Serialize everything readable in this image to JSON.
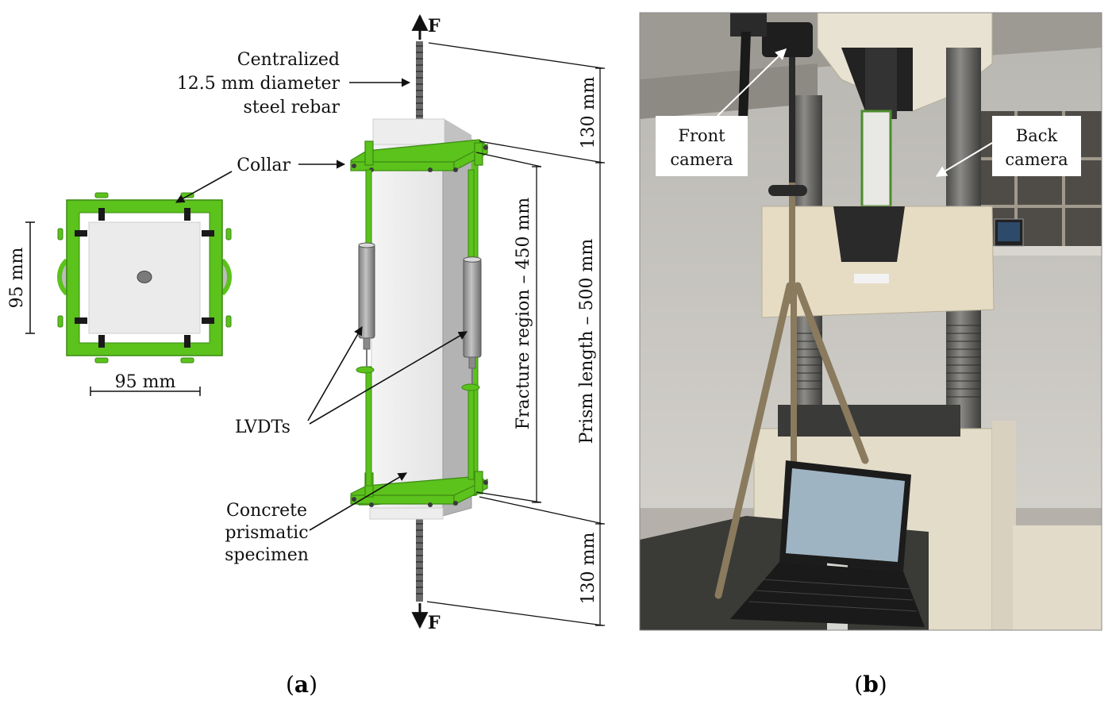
{
  "panel_a": {
    "force_top": "F",
    "force_bottom": "F",
    "rebar_label_line1": "Centralized",
    "rebar_label_line2": "12.5 mm diameter",
    "rebar_label_line3": "steel rebar",
    "collar_label": "Collar",
    "lvdt_label": "LVDTs",
    "specimen_label_line1": "Concrete",
    "specimen_label_line2": "prismatic",
    "specimen_label_line3": "specimen",
    "dim_top_length": "130 mm",
    "dim_bottom_length": "130 mm",
    "dim_fracture": "Fracture region – 450 mm",
    "dim_prism": "Prism length – 500 mm",
    "dim_plan_height": "95 mm",
    "dim_plan_width": "95 mm",
    "caption_prefix": "(",
    "caption_letter": "a",
    "caption_suffix": ")"
  },
  "panel_b": {
    "front_camera_line1": "Front",
    "front_camera_line2": "camera",
    "back_camera_line1": "Back",
    "back_camera_line2": "camera",
    "caption_prefix": "(",
    "caption_letter": "b",
    "caption_suffix": ")"
  },
  "colors": {
    "frame_green": "#5cc21c",
    "frame_green_dark": "#3a8a12",
    "concrete": "#e9e9e9",
    "concrete_side": "#b9b9b9",
    "lvdt_gray": "#9c9c9c",
    "photo_wall": "#c9c6c0",
    "machine_cream": "#e6dcc4",
    "tripod_bronze": "#8a7a5e"
  }
}
